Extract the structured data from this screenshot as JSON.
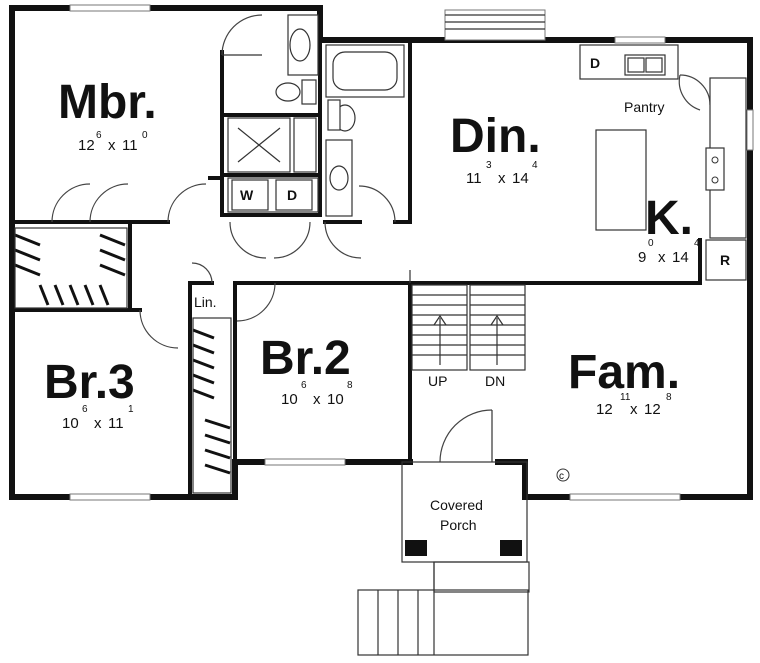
{
  "rooms": {
    "mbr": {
      "name": "Mbr.",
      "w": "12",
      "w_in": "6",
      "d": "11",
      "d_in": "0"
    },
    "din": {
      "name": "Din.",
      "w": "11",
      "w_in": "3",
      "d": "14",
      "d_in": "4"
    },
    "k": {
      "name": "K.",
      "w": "9",
      "w_in": "0",
      "d": "14",
      "d_in": "4"
    },
    "br3": {
      "name": "Br.3",
      "w": "10",
      "w_in": "6",
      "d": "11",
      "d_in": "1"
    },
    "br2": {
      "name": "Br.2",
      "w": "10",
      "w_in": "6",
      "d": "10",
      "d_in": "8"
    },
    "fam": {
      "name": "Fam.",
      "w": "12",
      "w_in": "11",
      "d": "12",
      "d_in": "8"
    }
  },
  "dim_separator": "x",
  "labels": {
    "pantry": "Pantry",
    "washer": "W",
    "dryer": "D",
    "dishwasher": "D",
    "refrigerator": "R",
    "linen": "Lin.",
    "stair_up": "UP",
    "stair_down": "DN",
    "porch_line1": "Covered",
    "porch_line2": "Porch",
    "fireplace": "c"
  }
}
